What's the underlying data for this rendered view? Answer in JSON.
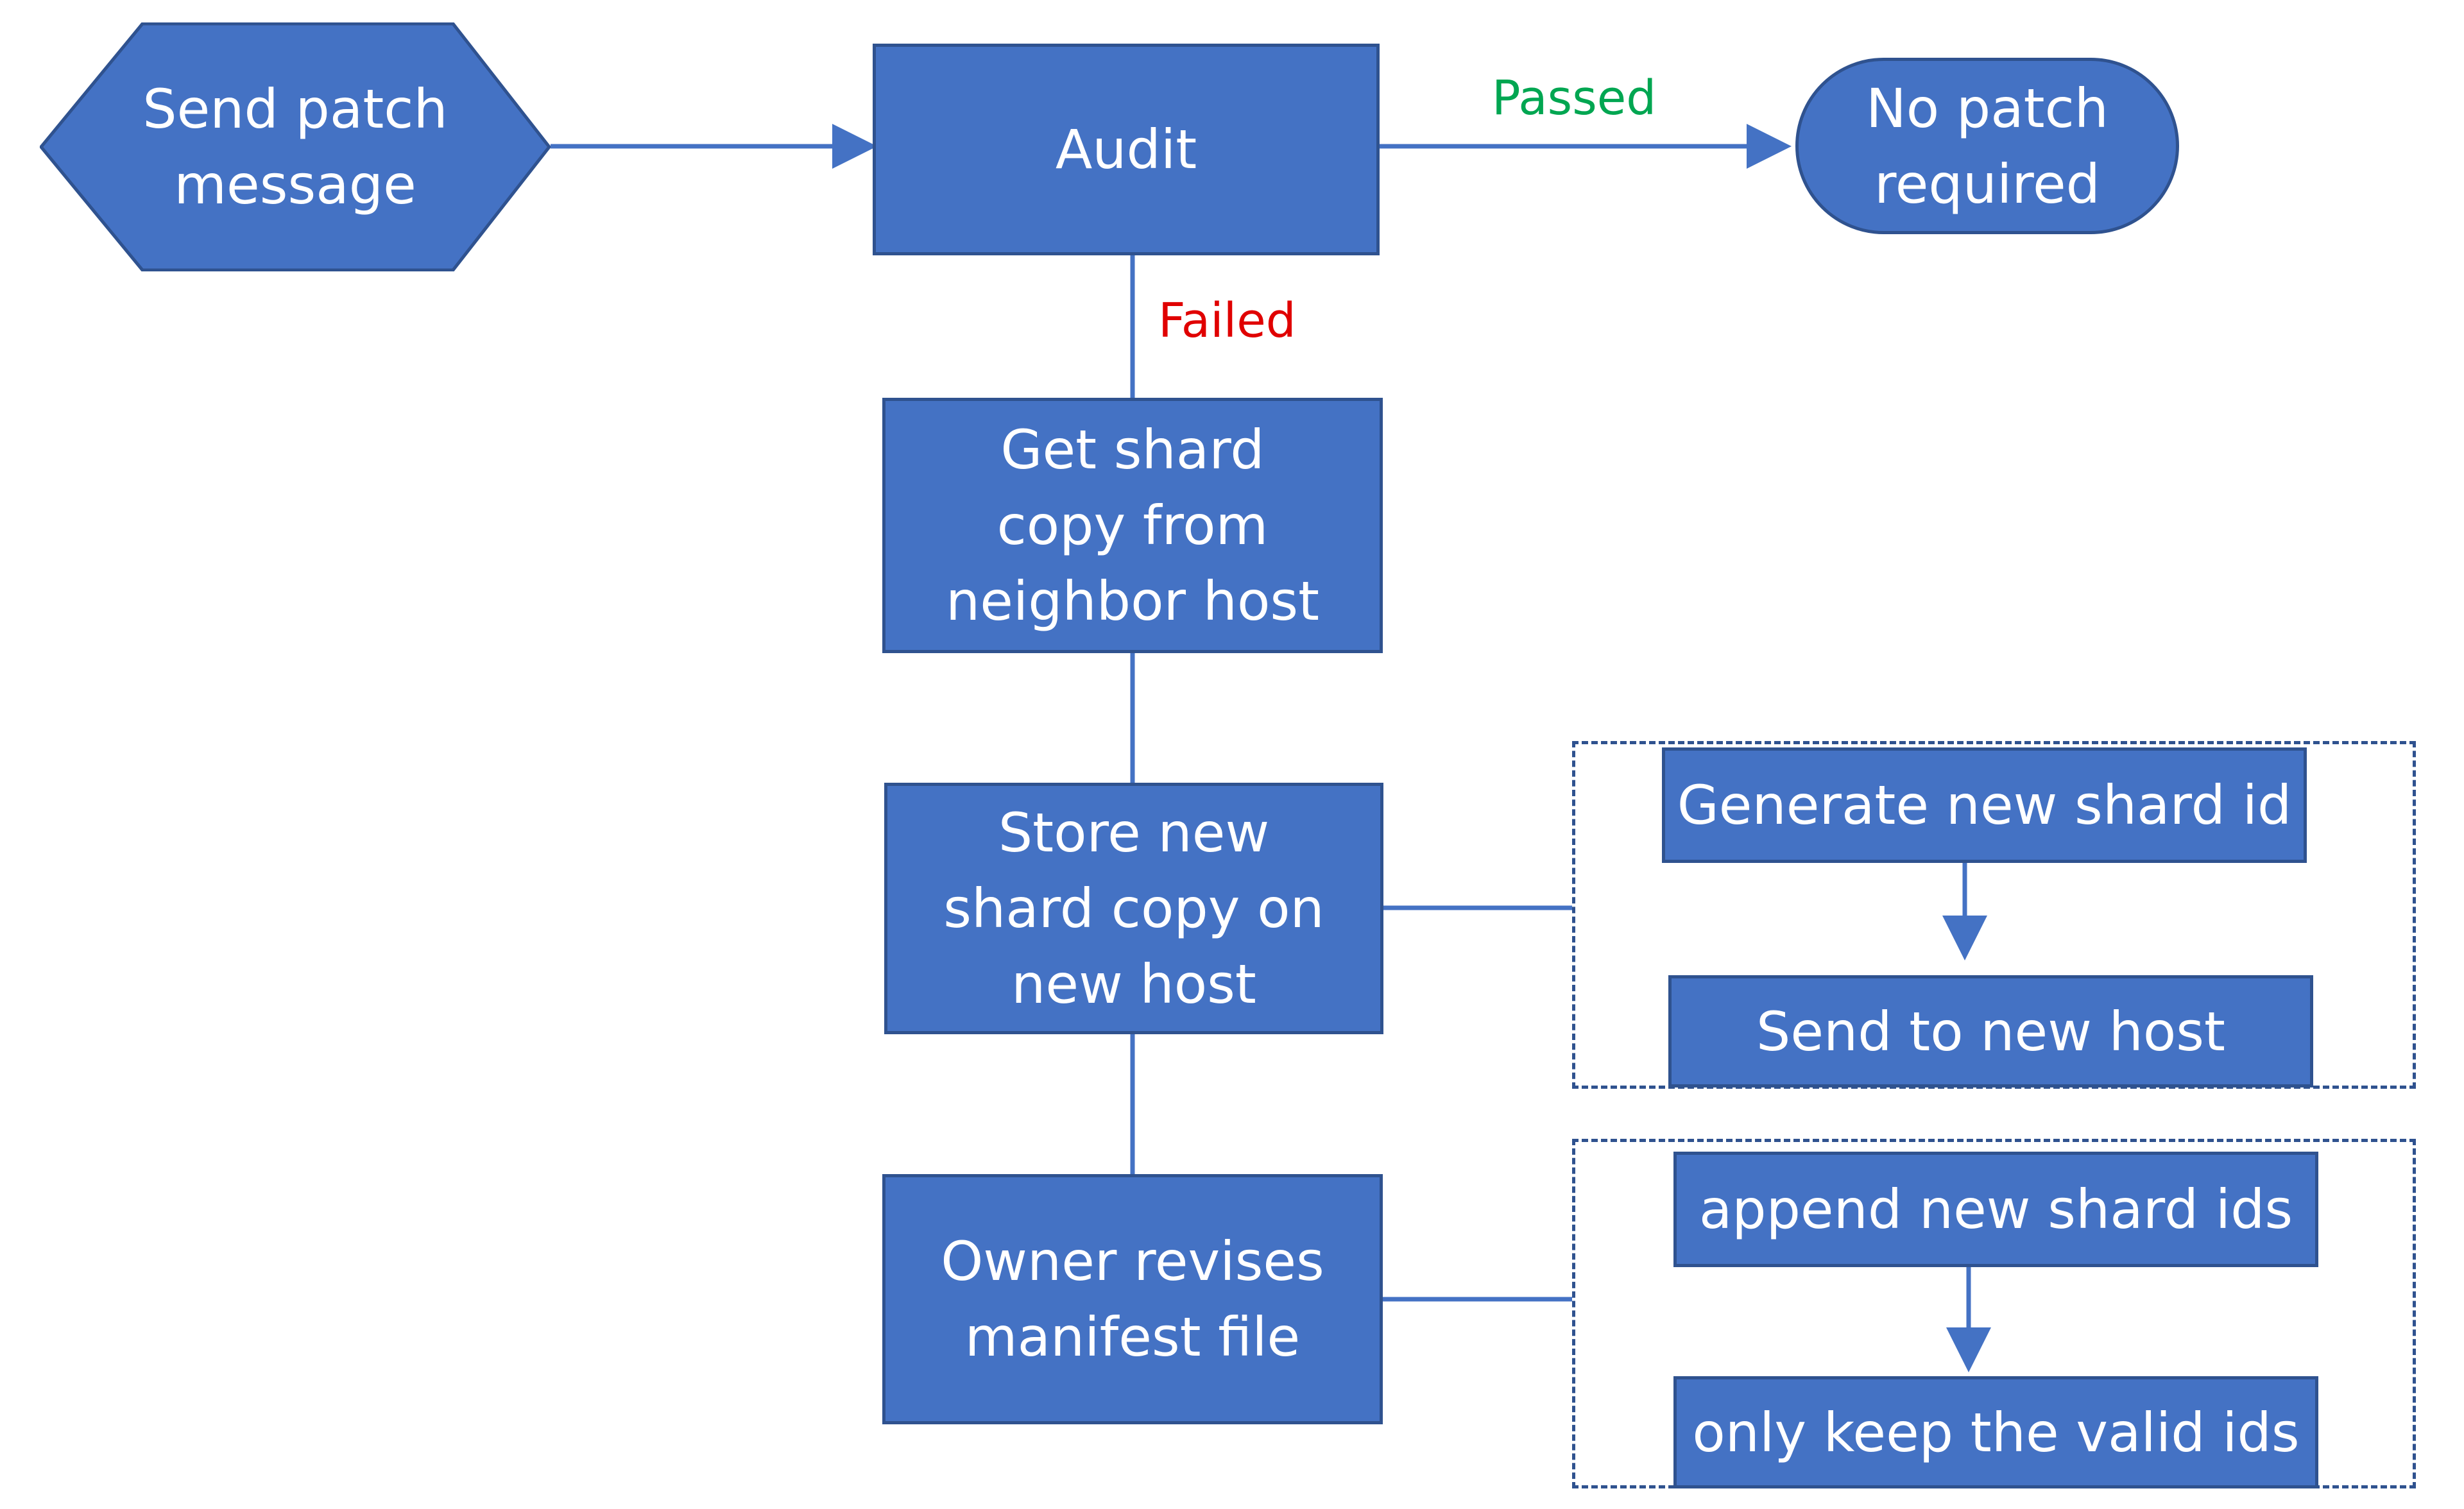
{
  "nodes": {
    "send_patch": "Send patch\nmessage",
    "audit": "Audit",
    "no_patch": "No patch\nrequired",
    "get_shard": "Get shard\ncopy from\nneighbor host",
    "store_shard": "Store new\nshard copy on\nnew host",
    "owner_revises": "Owner revises\nmanifest file",
    "generate_id": "Generate new shard id",
    "send_host": "Send to new host",
    "append_ids": "append new shard ids",
    "keep_valid": "only keep the valid ids"
  },
  "edges": {
    "passed_label": "Passed",
    "failed_label": "Failed"
  },
  "colors": {
    "node_fill": "#4472c4",
    "node_border": "#2f528f",
    "node_text": "#ffffff",
    "passed": "#00a651",
    "failed": "#e00000"
  }
}
